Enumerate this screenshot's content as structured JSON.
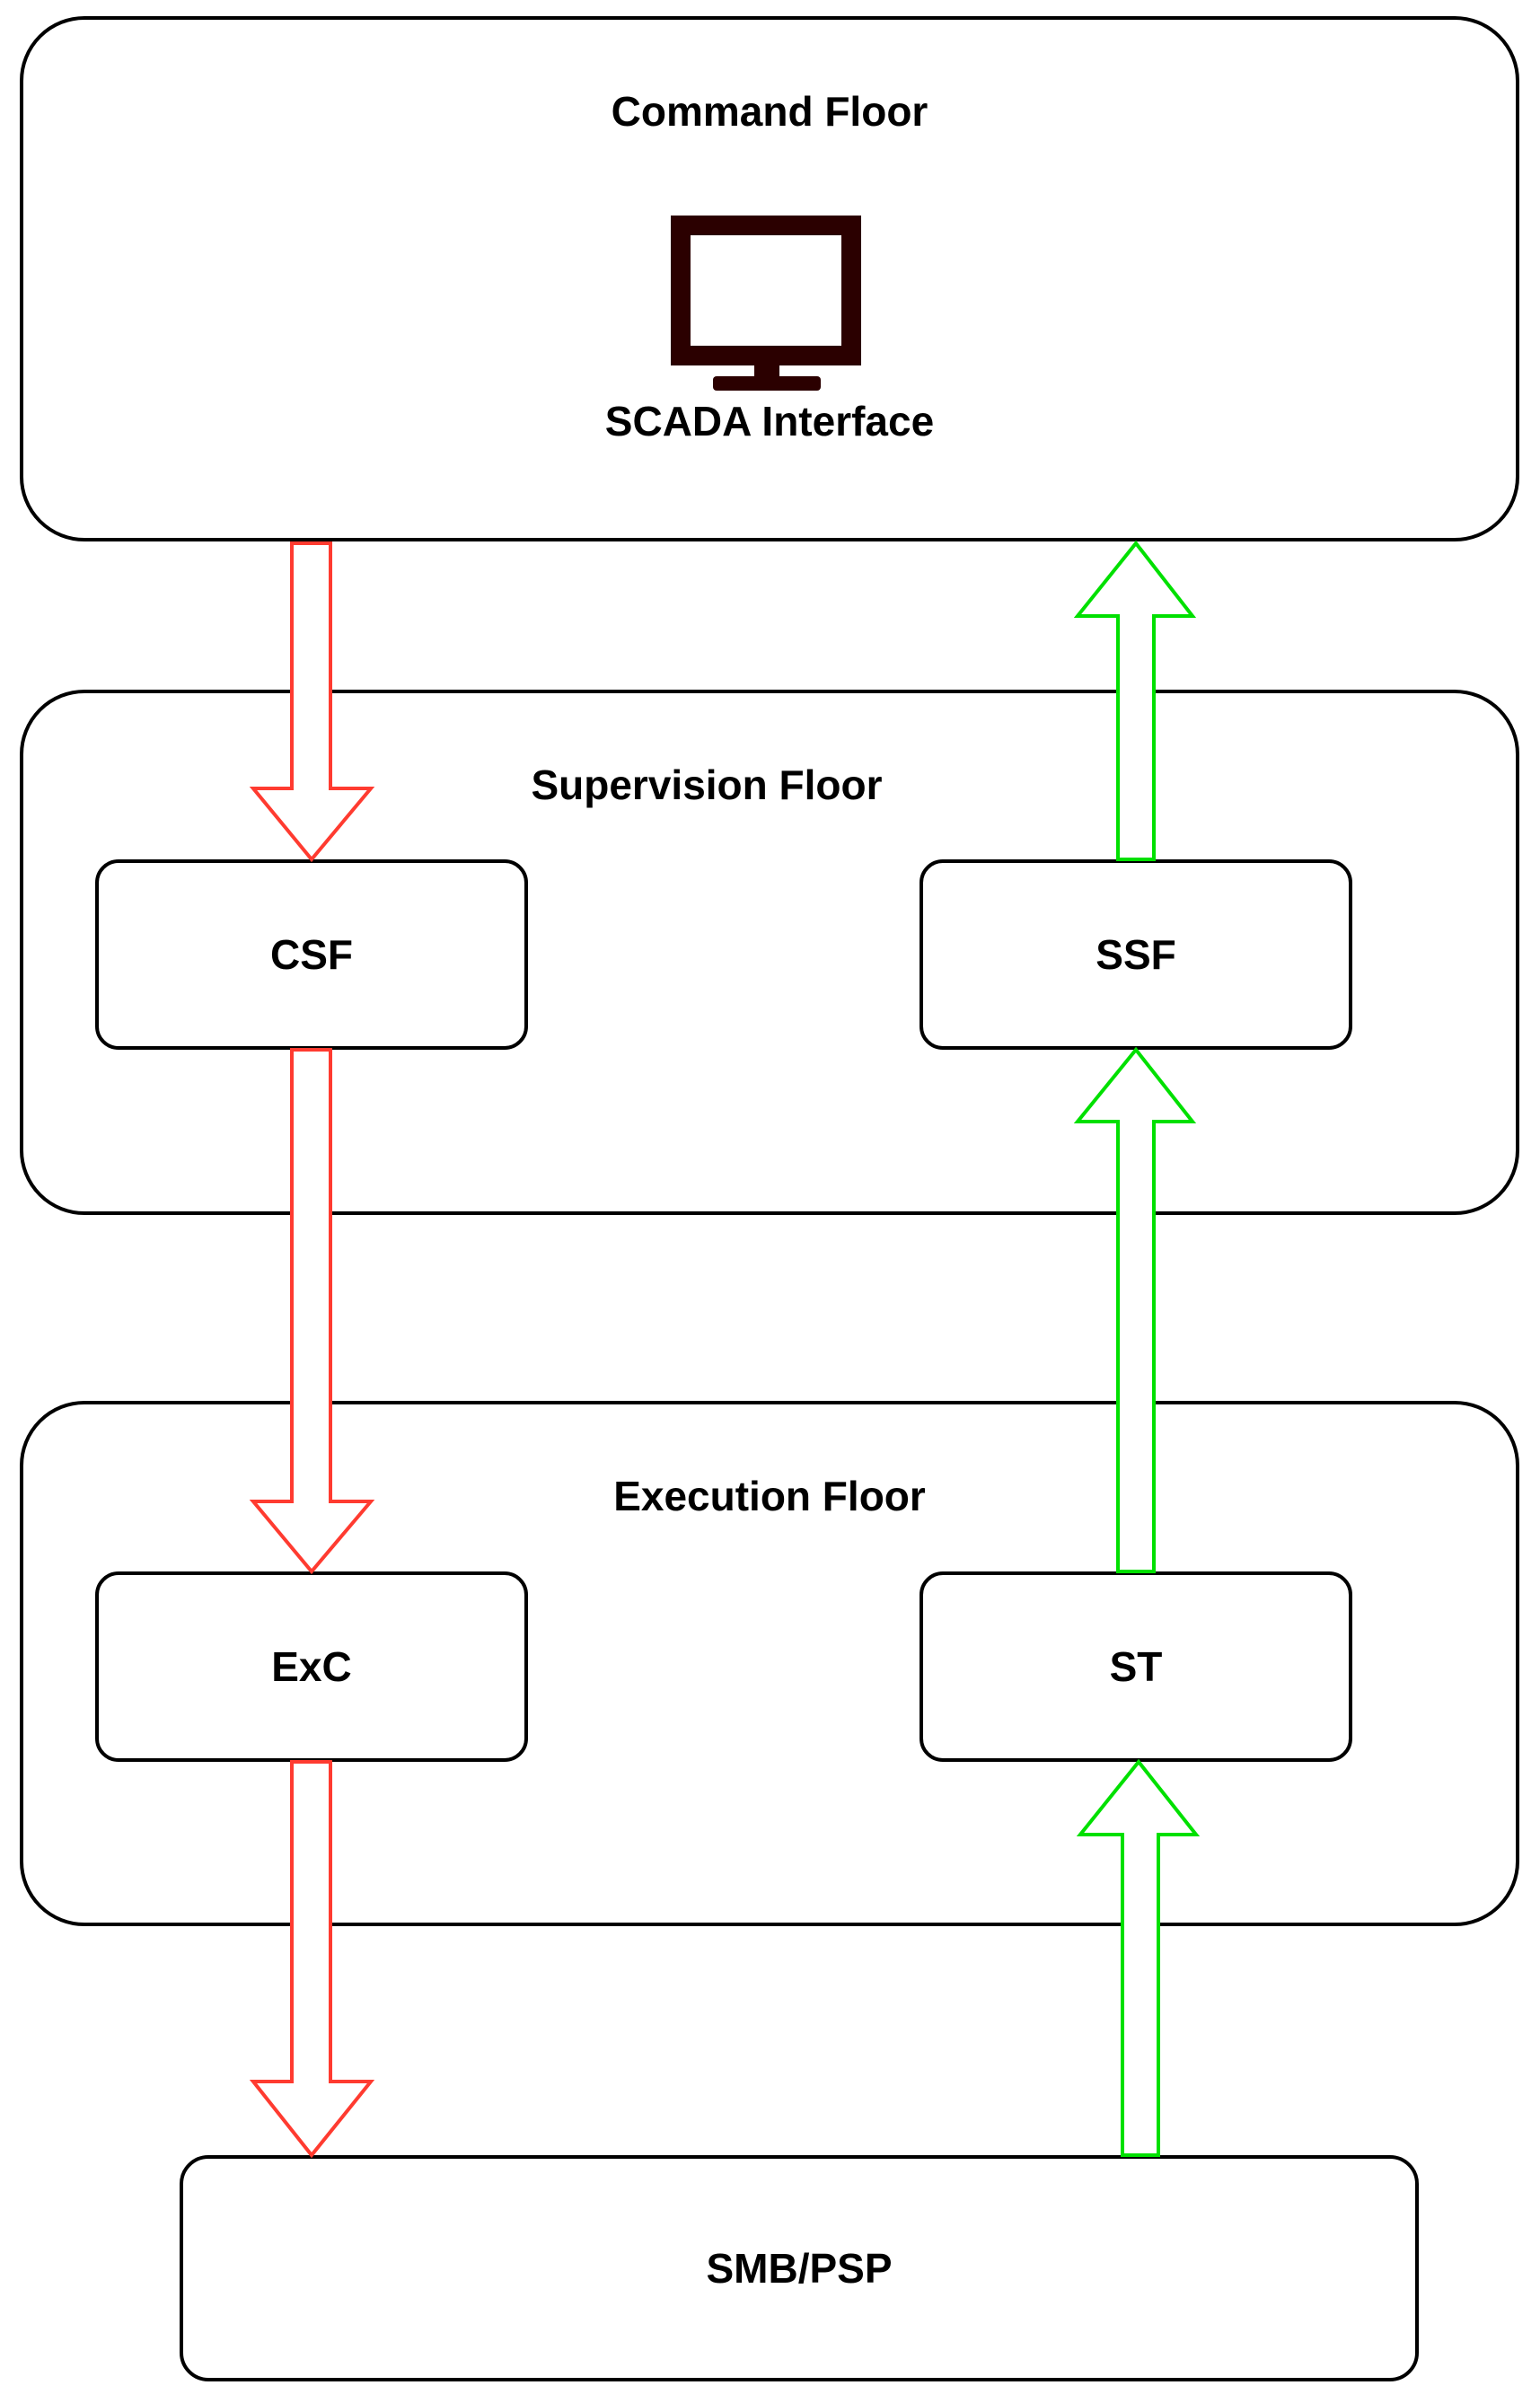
{
  "command_floor": {
    "title": "Command Floor",
    "interface_label": "SCADA Interface",
    "interface_icon": "monitor-icon"
  },
  "supervision_floor": {
    "title": "Supervision Floor",
    "left_box": "CSF",
    "right_box": "SSF"
  },
  "execution_floor": {
    "title": "Execution Floor",
    "left_box": "ExC",
    "right_box": "ST"
  },
  "bottom_box": "SMB/PSP",
  "colors": {
    "command_arrow": "#ff3b30",
    "status_arrow": "#00e000",
    "monitor": "#2b0000"
  }
}
